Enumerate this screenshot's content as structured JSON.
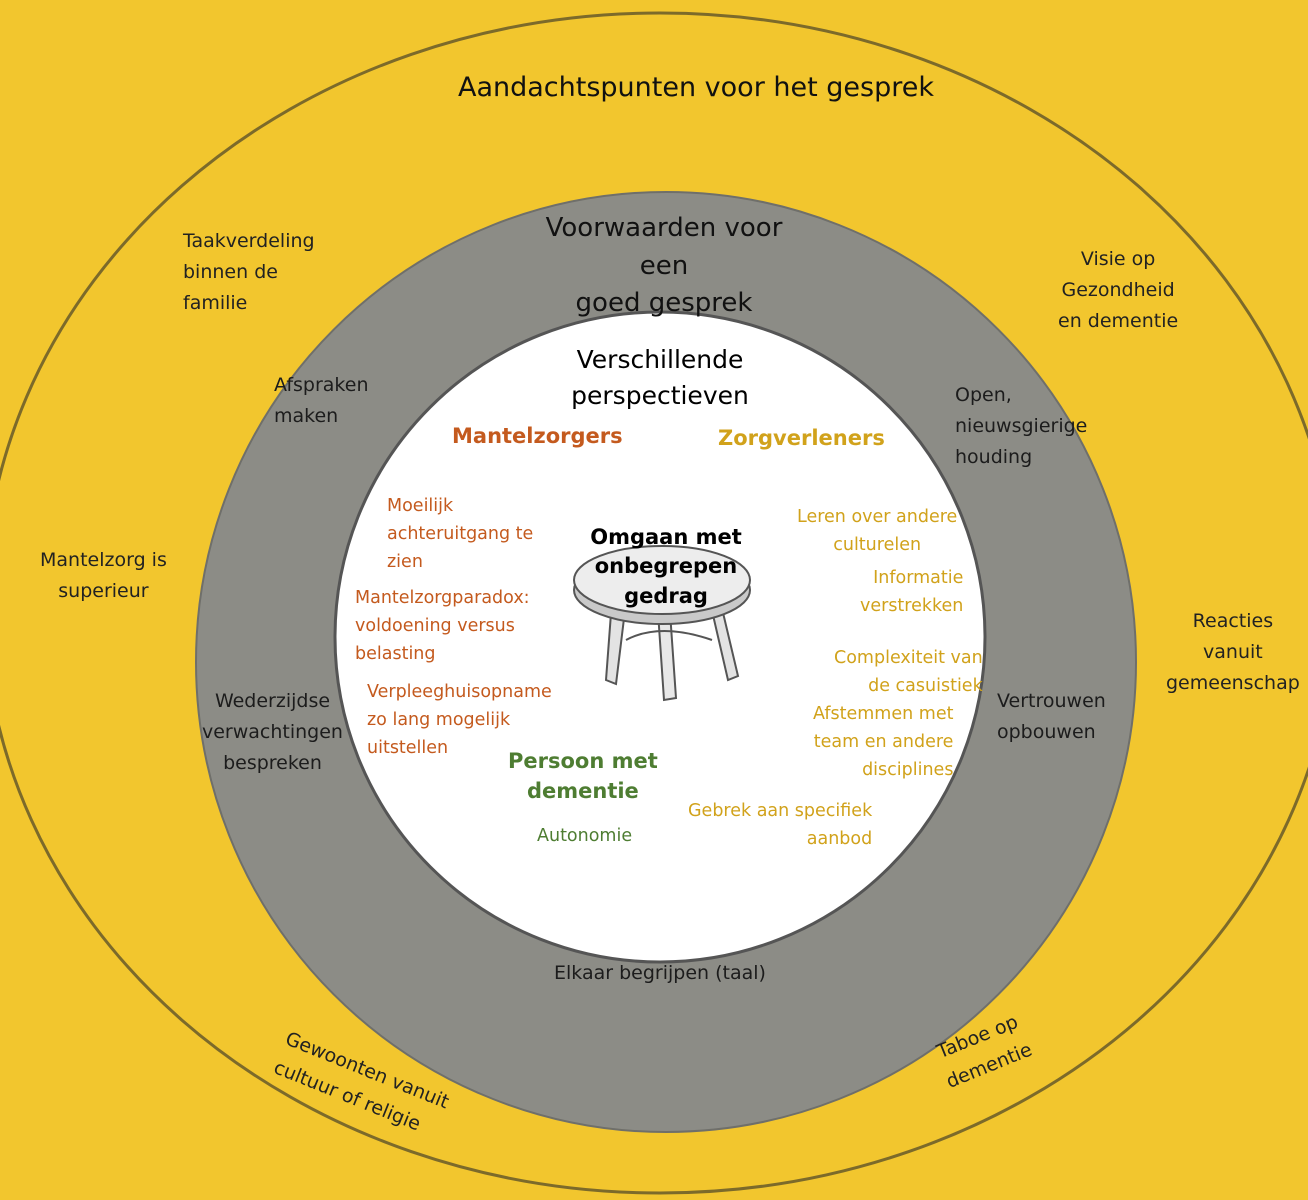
{
  "outer_ring": {
    "title": "Aandachtspunten voor het gesprek",
    "items": {
      "taakverdeling": "Taakverdeling\nbinnen de\nfamilie",
      "visie": "Visie op\nGezondheid\nen dementie",
      "mantelzorg_superieur": "Mantelzorg is\nsuperieur",
      "reacties": "Reacties\nvanuit\ngemeenschap",
      "gewoonten": "Gewoonten vanuit\ncultuur of religie",
      "taboe": "Taboe op\ndementie"
    }
  },
  "middle_ring": {
    "title": "Voorwaarden voor een\ngoed gesprek",
    "items": {
      "afspraken": "Afspraken\nmaken",
      "open_houding": "Open,\nnieuwsgierige\nhouding",
      "wederzijdse": "Wederzijdse\nverwachtingen\nbespreken",
      "vertrouwen": "Vertrouwen\nopbouwen",
      "begrijpen": "Elkaar begrijpen (taal)"
    }
  },
  "inner_circle": {
    "title": "Verschillende\nperspectieven",
    "center_label": "Omgaan met\nonbegrepen\ngedrag",
    "groups": {
      "mantelzorgers": {
        "heading": "Mantelzorgers",
        "items": [
          "Moeilijk\nachteruitgang te\nzien",
          "Mantelzorgparadox:\nvoldoening versus\nbelasting",
          "Verpleeghuisopname\nzo lang mogelijk\nuitstellen"
        ]
      },
      "zorgverleners": {
        "heading": "Zorgverleners",
        "items": [
          "Leren over andere\nculturelen",
          "Informatie\nverstrekken",
          "Complexiteit van\nde casuistiek",
          "Afstemmen met\nteam en andere\ndisciplines",
          "Gebrek aan specifiek\naanbod"
        ]
      },
      "persoon": {
        "heading": "Persoon met\ndementie",
        "items": [
          "Autonomie"
        ]
      }
    }
  },
  "colors": {
    "background": "#f2c62e",
    "middle_ring": "#8c8c86",
    "inner_circle": "#ffffff",
    "mantelzorgers": "#c45a1e",
    "zorgverleners": "#d1a21b",
    "persoon": "#4e7d32"
  },
  "icons": {
    "center_image": "round-table-icon"
  }
}
